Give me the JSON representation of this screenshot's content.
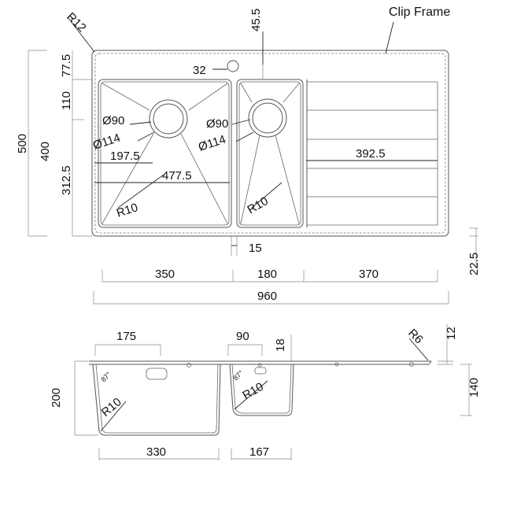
{
  "plan": {
    "clip_frame": "Clip Frame",
    "r12": "R12",
    "d45_5": "45.5",
    "d32": "32",
    "d77_5": "77.5",
    "d110": "110",
    "d500": "500",
    "d400": "400",
    "d312_5": "312.5",
    "phi90_left": "Ø90",
    "phi114_left": "Ø114",
    "phi90_right": "Ø90",
    "phi114_right": "Ø114",
    "d197_5": "197.5",
    "d477_5": "477.5",
    "d392_5": "392.5",
    "r10_left": "R10",
    "r10_right": "R10",
    "d15": "15",
    "d22_5": "22.5",
    "d350": "350",
    "d180": "180",
    "d370": "370",
    "d960": "960"
  },
  "section": {
    "d175": "175",
    "d90": "90",
    "d18": "18",
    "r6": "R6",
    "d12": "12",
    "d200": "200",
    "a87_left": "87°",
    "a87_right": "87°",
    "r10_left": "R10",
    "r10_right": "R10",
    "d140": "140",
    "d330": "330",
    "d167": "167"
  }
}
